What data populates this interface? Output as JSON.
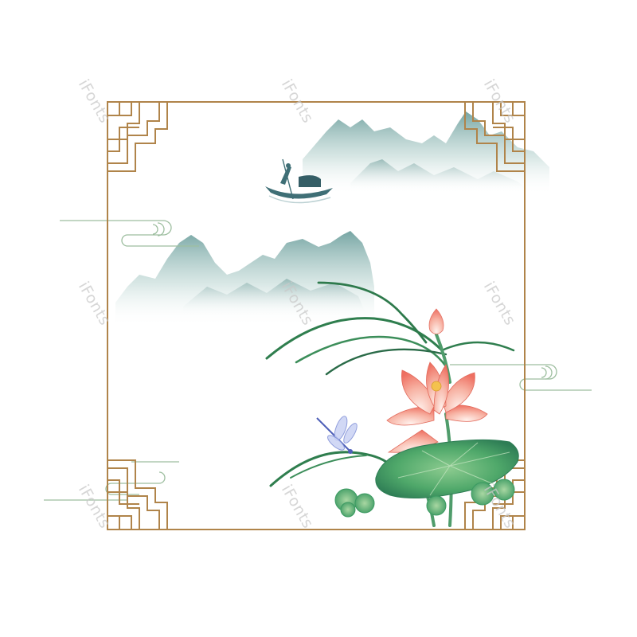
{
  "artwork": {
    "style": "chinese-ink-lotus-frame",
    "frame_color": "#B0844A",
    "cloud_line_color": "#9DBE9F",
    "mountain_color": "#6F9D9A",
    "lotus_color": "#F08A7E",
    "leaf_color": "#3E9E66",
    "dragonfly_color": "#7E8ED6"
  },
  "watermarks": [
    {
      "text": "iFonts"
    },
    {
      "text": "iFonts"
    },
    {
      "text": "iFonts"
    },
    {
      "text": "iFonts"
    },
    {
      "text": "iFonts"
    },
    {
      "text": "iFonts"
    },
    {
      "text": "iFonts"
    },
    {
      "text": "iFonts"
    },
    {
      "text": "iFonts"
    }
  ]
}
